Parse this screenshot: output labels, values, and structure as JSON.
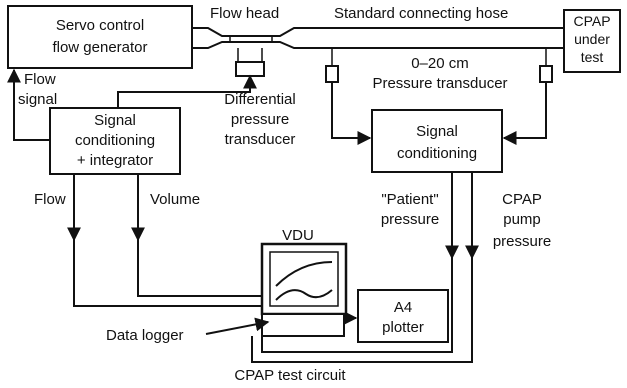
{
  "labels": {
    "servo_line1": "Servo control",
    "servo_line2": "flow generator",
    "flow_head": "Flow head",
    "standard_hose": "Standard connecting hose",
    "cpap_line1": "CPAP",
    "cpap_line2": "under",
    "cpap_line3": "test",
    "flow_signal_line1": "Flow",
    "flow_signal_line2": "signal",
    "diff_line1": "Differential",
    "diff_line2": "pressure",
    "diff_line3": "transducer",
    "range": "0–20 cm",
    "pressure_transducer": "Pressure transducer",
    "sc_int_line1": "Signal",
    "sc_int_line2": "conditioning",
    "sc_int_line3": "+ integrator",
    "sc_line1": "Signal",
    "sc_line2": "conditioning",
    "flow": "Flow",
    "volume": "Volume",
    "patient_line1": "\"Patient\"",
    "patient_line2": "pressure",
    "cpap_pump_line1": "CPAP",
    "cpap_pump_line2": "pump",
    "cpap_pump_line3": "pressure",
    "vdu": "VDU",
    "a4_line1": "A4",
    "a4_line2": "plotter",
    "data_logger": "Data logger",
    "caption": "CPAP test circuit"
  }
}
